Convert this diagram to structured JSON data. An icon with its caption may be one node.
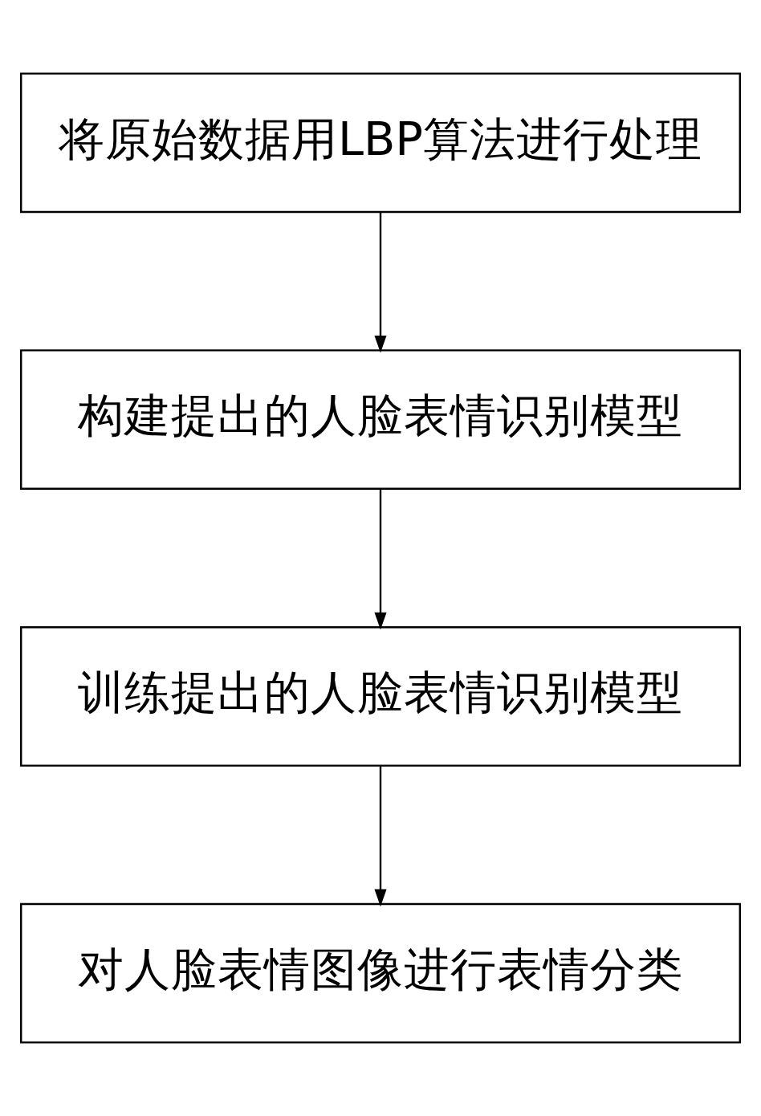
{
  "diagram": {
    "nodes": [
      {
        "text": [
          "将原始数据用LBP算法进行处理"
        ]
      },
      {
        "text": [
          "构建提出的人脸表情识别模型"
        ]
      },
      {
        "text": [
          "训练提出的人脸表情识别模型"
        ]
      },
      {
        "text": [
          "对人脸表情图像进行表情分类"
        ]
      }
    ],
    "edges": [
      {
        "from": 0,
        "to": 1,
        "arrow": "to"
      },
      {
        "from": 1,
        "to": 2,
        "arrow": "to"
      },
      {
        "from": 2,
        "to": 3,
        "arrow": "to"
      }
    ]
  }
}
